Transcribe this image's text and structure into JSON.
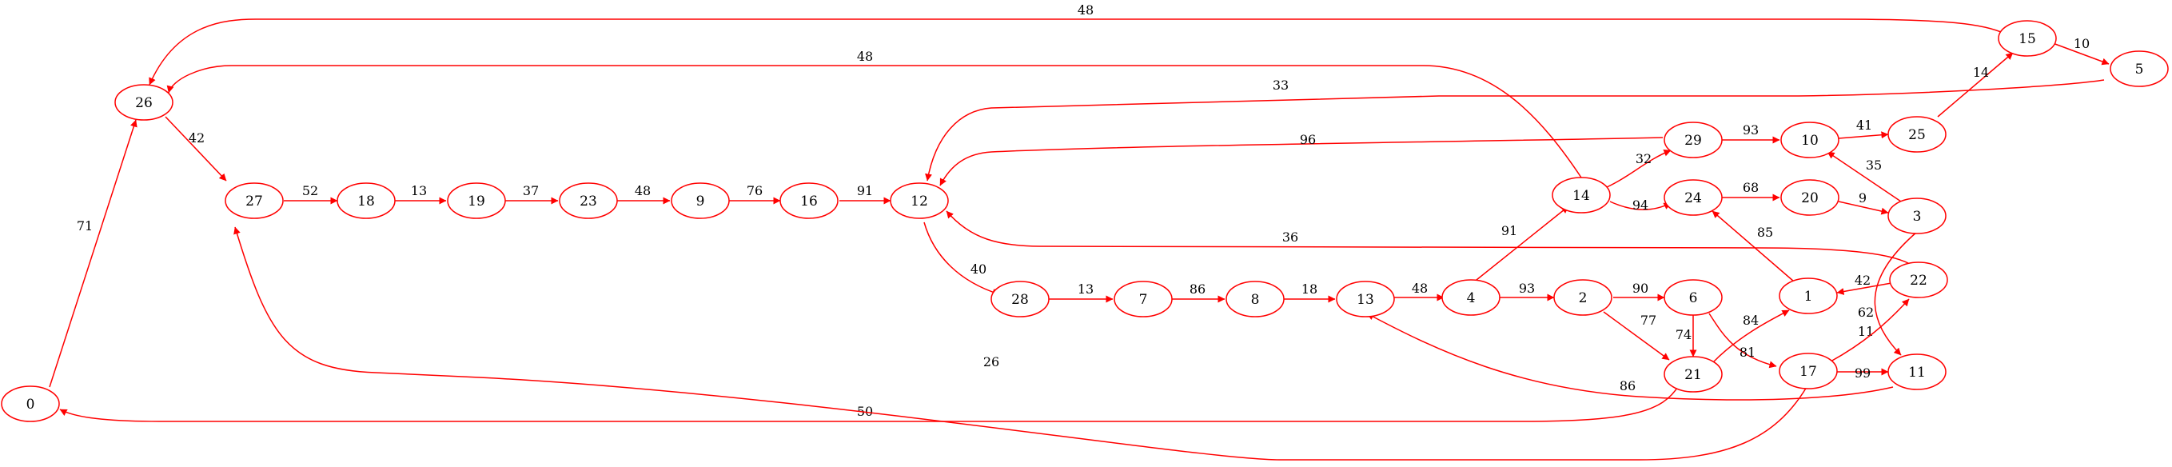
{
  "diagram": {
    "type": "directed-graph",
    "colors": {
      "stroke": "#ff0000",
      "text": "#000000",
      "background": "#ffffff"
    },
    "nodes": [
      {
        "id": "n0",
        "label": "0"
      },
      {
        "id": "n1",
        "label": "1"
      },
      {
        "id": "n2",
        "label": "2"
      },
      {
        "id": "n3",
        "label": "3"
      },
      {
        "id": "n4",
        "label": "4"
      },
      {
        "id": "n5",
        "label": "5"
      },
      {
        "id": "n6",
        "label": "6"
      },
      {
        "id": "n7",
        "label": "7"
      },
      {
        "id": "n8",
        "label": "8"
      },
      {
        "id": "n9",
        "label": "9"
      },
      {
        "id": "n10",
        "label": "10"
      },
      {
        "id": "n11",
        "label": "11"
      },
      {
        "id": "n12",
        "label": "12"
      },
      {
        "id": "n13",
        "label": "13"
      },
      {
        "id": "n14",
        "label": "14"
      },
      {
        "id": "n15",
        "label": "15"
      },
      {
        "id": "n16",
        "label": "16"
      },
      {
        "id": "n17",
        "label": "17"
      },
      {
        "id": "n18",
        "label": "18"
      },
      {
        "id": "n19",
        "label": "19"
      },
      {
        "id": "n20",
        "label": "20"
      },
      {
        "id": "n21",
        "label": "21"
      },
      {
        "id": "n22",
        "label": "22"
      },
      {
        "id": "n23",
        "label": "23"
      },
      {
        "id": "n24",
        "label": "24"
      },
      {
        "id": "n25",
        "label": "25"
      },
      {
        "id": "n26",
        "label": "26"
      },
      {
        "id": "n27",
        "label": "27"
      },
      {
        "id": "n28",
        "label": "28"
      },
      {
        "id": "n29",
        "label": "29"
      }
    ],
    "edges": [
      {
        "from": "15",
        "to": "26",
        "weight": "48"
      },
      {
        "from": "15",
        "to": "5",
        "weight": "10"
      },
      {
        "from": "14",
        "to": "26",
        "weight": "48"
      },
      {
        "from": "5",
        "to": "12",
        "weight": "33"
      },
      {
        "from": "26",
        "to": "27",
        "weight": "42"
      },
      {
        "from": "0",
        "to": "26",
        "weight": "71"
      },
      {
        "from": "27",
        "to": "18",
        "weight": "52"
      },
      {
        "from": "18",
        "to": "19",
        "weight": "13"
      },
      {
        "from": "19",
        "to": "23",
        "weight": "37"
      },
      {
        "from": "23",
        "to": "9",
        "weight": "48"
      },
      {
        "from": "9",
        "to": "16",
        "weight": "76"
      },
      {
        "from": "16",
        "to": "12",
        "weight": "91"
      },
      {
        "from": "29",
        "to": "12",
        "weight": "96"
      },
      {
        "from": "29",
        "to": "10",
        "weight": "93"
      },
      {
        "from": "10",
        "to": "25",
        "weight": "41"
      },
      {
        "from": "25",
        "to": "15",
        "weight": "14"
      },
      {
        "from": "14",
        "to": "29",
        "weight": "32"
      },
      {
        "from": "14",
        "to": "24",
        "weight": "94"
      },
      {
        "from": "24",
        "to": "20",
        "weight": "68"
      },
      {
        "from": "20",
        "to": "3",
        "weight": "9"
      },
      {
        "from": "3",
        "to": "10",
        "weight": "35"
      },
      {
        "from": "22",
        "to": "12",
        "weight": "36"
      },
      {
        "from": "1",
        "to": "24",
        "weight": "85"
      },
      {
        "from": "4",
        "to": "14",
        "weight": "91"
      },
      {
        "from": "12",
        "to": "28",
        "weight": "40"
      },
      {
        "from": "28",
        "to": "7",
        "weight": "13"
      },
      {
        "from": "7",
        "to": "8",
        "weight": "86"
      },
      {
        "from": "8",
        "to": "13",
        "weight": "18"
      },
      {
        "from": "13",
        "to": "4",
        "weight": "48"
      },
      {
        "from": "4",
        "to": "2",
        "weight": "93"
      },
      {
        "from": "2",
        "to": "6",
        "weight": "90"
      },
      {
        "from": "2",
        "to": "21",
        "weight": "77"
      },
      {
        "from": "6",
        "to": "21",
        "weight": "74"
      },
      {
        "from": "6",
        "to": "17",
        "weight": "81"
      },
      {
        "from": "21",
        "to": "1",
        "weight": "84"
      },
      {
        "from": "22",
        "to": "1",
        "weight": "42"
      },
      {
        "from": "3",
        "to": "11",
        "weight": "11"
      },
      {
        "from": "17",
        "to": "22",
        "weight": "62"
      },
      {
        "from": "17",
        "to": "11",
        "weight": "99"
      },
      {
        "from": "11",
        "to": "13",
        "weight": "86"
      },
      {
        "from": "21",
        "to": "0",
        "weight": "50"
      },
      {
        "from": "17",
        "to": "27",
        "weight": "26"
      }
    ]
  }
}
